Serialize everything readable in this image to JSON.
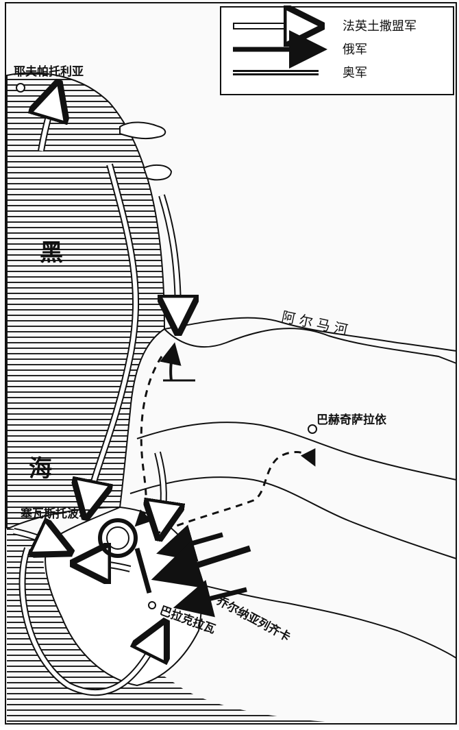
{
  "legend": {
    "items": [
      {
        "label": "法英土撒盟军",
        "style": "hollow-arrow"
      },
      {
        "label": "俄军",
        "style": "solid-arrow"
      },
      {
        "label": "奥军",
        "style": "double-line"
      }
    ]
  },
  "places": {
    "yevpatoria": "耶夫帕托利亚",
    "sevastopol": "塞瓦斯托波尔",
    "balaklava": "巴拉克拉瓦",
    "bakhchisaray": "巴赫奇萨拉依",
    "almariver": "阿尔马河",
    "chernaya": "乔尔纳亚列齐卡"
  },
  "sea": {
    "char1": "黑",
    "char2": "海"
  },
  "colors": {
    "ink": "#111111",
    "paper": "#fafafa"
  }
}
